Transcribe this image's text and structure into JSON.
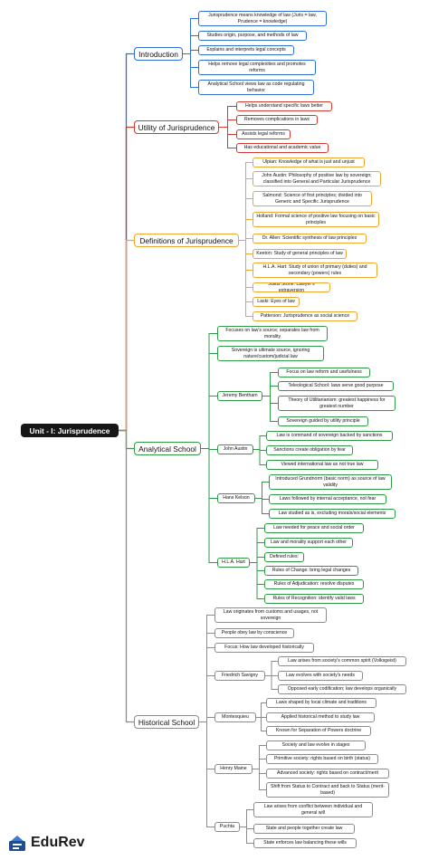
{
  "root": "Unit - I: Jurisprudence",
  "brand": "EduRev",
  "colors": {
    "root": "#161616",
    "introduction": "#2f6fd0",
    "utility": "#d33a2f",
    "definitions": "#eda72a",
    "analytical": "#2f9a45",
    "historical": "#8c8c8c"
  },
  "sections": {
    "introduction": {
      "label": "Introduction",
      "items": [
        "Jurisprudence means knowledge of law (Juris = law, Prudence = knowledge)",
        "Studies origin, purpose, and methods of law",
        "Explains and interprets legal concepts",
        "Helps remove legal complexities and promotes reforms",
        "Analytical School views law as code regulating behavior"
      ]
    },
    "utility": {
      "label": "Utility of Jurisprudence",
      "items": [
        "Helps understand specific laws better",
        "Removes complications in laws",
        "Assists legal reforms",
        "Has educational and academic value"
      ]
    },
    "definitions": {
      "label": "Definitions of Jurisprudence",
      "items": [
        "Ulpian: Knowledge of what is just and unjust",
        "John Austin: Philosophy of positive law by sovereign; classified into General and Particular Jurisprudence",
        "Salmond: Science of first principles; divided into Generic and Specific Jurisprudence",
        "Holland: Formal science of positive law focusing on basic principles",
        "Dr. Allen: Scientific synthesis of law principles",
        "Keeton: Study of general principles of law",
        "H.L.A. Hart: Study of union of primary (duties) and secondary (powers) rules",
        "Julius Stone: Lawyer's extraversion",
        "Laski: Eyes of law",
        "Patterson: Jurisprudence as social science"
      ]
    },
    "analytical": {
      "label": "Analytical School",
      "items": [
        "Focuses on law's source; separates law from morality",
        "Sovereign is ultimate source, ignoring nature/custom/judicial law"
      ],
      "groups": [
        {
          "label": "Jeremy Bentham",
          "items": [
            "Focus on law reform and usefulness",
            "Teleological School: laws serve good purpose",
            "Theory of Utilitarianism: greatest happiness for greatest number",
            "Sovereign guided by utility principle"
          ]
        },
        {
          "label": "John Austin",
          "items": [
            "Law is command of sovereign backed by sanctions",
            "Sanctions create obligation by fear",
            "Viewed international law as not true law"
          ]
        },
        {
          "label": "Hans Kelson",
          "items": [
            "Introduced Grundnorm (basic norm) as source of law validity",
            "Laws followed by internal acceptance, not fear",
            "Law studied as is, excluding morals/social elements"
          ]
        },
        {
          "label": "H.L.A. Hart",
          "items": [
            "Law needed for peace and social order",
            "Law and morality support each other",
            "Defined rules:",
            "Rules of Change: bring legal changes",
            "Rules of Adjudication: resolve disputes",
            "Rules of Recognition: identify valid laws"
          ]
        }
      ]
    },
    "historical": {
      "label": "Historical School",
      "items": [
        "Law originates from customs and usages, not sovereign",
        "People obey law by conscience",
        "Focus: How law developed historically"
      ],
      "groups": [
        {
          "label": "Friedrich Savigny",
          "items": [
            "Law arises from society's common spirit (Volksgeist)",
            "Law evolves with society's needs",
            "Opposed early codification; law develops organically"
          ]
        },
        {
          "label": "Montesquieu",
          "items": [
            "Laws shaped by local climate and traditions",
            "Applied historical method to study law",
            "Known for Separation of Powers doctrine"
          ]
        },
        {
          "label": "Henry Maine",
          "items": [
            "Society and law evolve in stages",
            "Primitive society: rights based on birth (status)",
            "Advanced society: rights based on contract/merit",
            "Shift from Status to Contract and back to Status (merit-based)"
          ]
        },
        {
          "label": "Puchta",
          "items": [
            "Law arises from conflict between individual and general will",
            "State and people together create law",
            "State enforces law balancing these wills"
          ]
        }
      ]
    }
  }
}
